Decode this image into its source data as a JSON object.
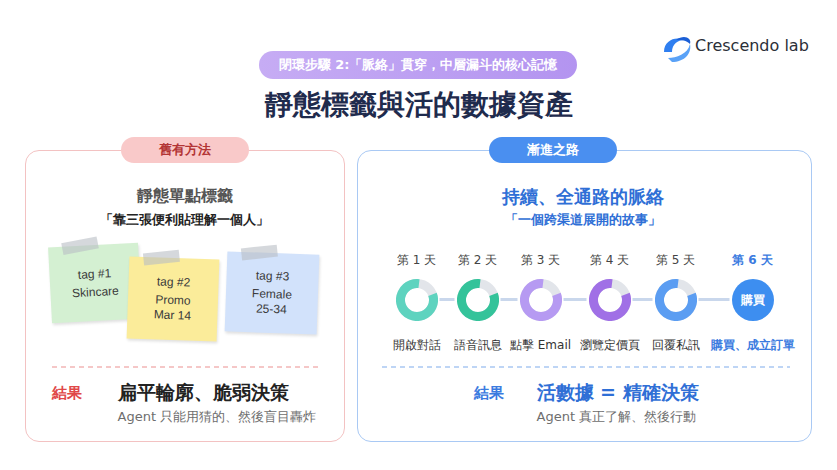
{
  "diagram": {
    "title": "靜態標籤與活的數據資產",
    "nodes": [
      {
        "text": [
          "閉環步驟 2:「脈絡」貫穿，中層漏斗的核心記憶"
        ]
      },
      {
        "text": [
          "靜態單點標籤",
          "「靠三張便利貼理解一個人」",
          "結果",
          "扁平輪廓、脆弱決策",
          "Agent 只能用猜的、然後盲目轟炸"
        ]
      },
      {
        "text": [
          "舊有方法"
        ],
        "in": 1
      },
      {
        "text": [
          "tag #1",
          "Skincare"
        ],
        "in": 1
      },
      {
        "text": [
          "tag #2",
          "Promo Mar 14"
        ],
        "in": 1
      },
      {
        "text": [
          "tag #3",
          "Female 25-34"
        ],
        "in": 1
      },
      {
        "text": [
          "持續、全通路的脈絡",
          "「一個跨渠道展開的故事」",
          "結果",
          "活數據 = 精確決策",
          "Agent 真正了解、然後行動"
        ]
      },
      {
        "text": [
          "漸進之路"
        ],
        "in": 6
      },
      {
        "text": [
          "第 1 天",
          "開啟對話"
        ],
        "in": 6
      },
      {
        "text": [
          "第 2 天",
          "語音訊息"
        ],
        "in": 6
      },
      {
        "text": [
          "第 3 天",
          "點擊 Email"
        ],
        "in": 6
      },
      {
        "text": [
          "第 4 天",
          "瀏覽定價頁"
        ],
        "in": 6
      },
      {
        "text": [
          "第 5 天",
          "回覆私訊"
        ],
        "in": 6
      },
      {
        "text": [
          "第 6 天",
          "購買",
          "購買、成立訂單"
        ],
        "in": 6
      }
    ],
    "edges": [
      {
        "from": 8,
        "to": 9,
        "arrow": "none"
      },
      {
        "from": 9,
        "to": 10,
        "arrow": "none"
      },
      {
        "from": 10,
        "to": 11,
        "arrow": "none"
      },
      {
        "from": 11,
        "to": 12,
        "arrow": "none"
      },
      {
        "from": 12,
        "to": 13,
        "arrow": "none"
      }
    ],
    "labels": [
      "Crescendo lab"
    ]
  }
}
